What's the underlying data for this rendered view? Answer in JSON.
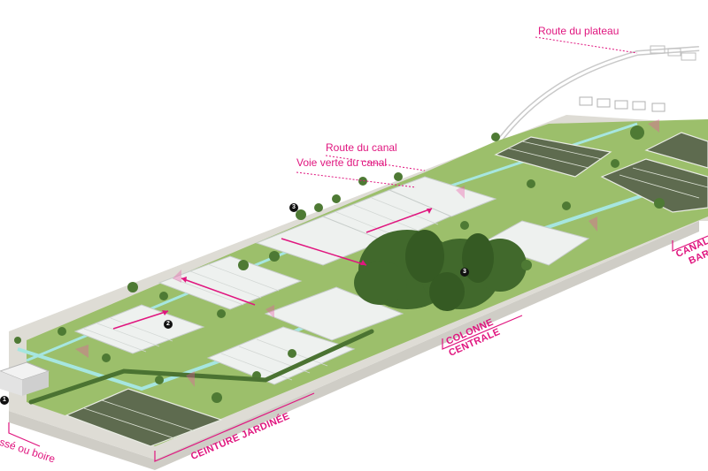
{
  "labels": {
    "route_plateau": "Route du plateau",
    "route_canal": "Route du canal",
    "voie_verte": "Voie verte du canal",
    "colonne_1": "COLONNE",
    "colonne_2": "CENTRALE",
    "canal_1": "CANAL",
    "canal_2": "BARD",
    "ceinture": "CEINTURE JARDINÉE",
    "fosse": "ssé ou boire"
  },
  "markers": [
    "3",
    "3",
    "2",
    "1"
  ],
  "colors": {
    "accent": "#e0167f",
    "grass": "#8fb562",
    "greenhouse": "#e8ecea",
    "water": "#9fe3de",
    "field": "#5f6e4f",
    "tree": "#3f6a2e",
    "ground": "#d7d5cf"
  }
}
